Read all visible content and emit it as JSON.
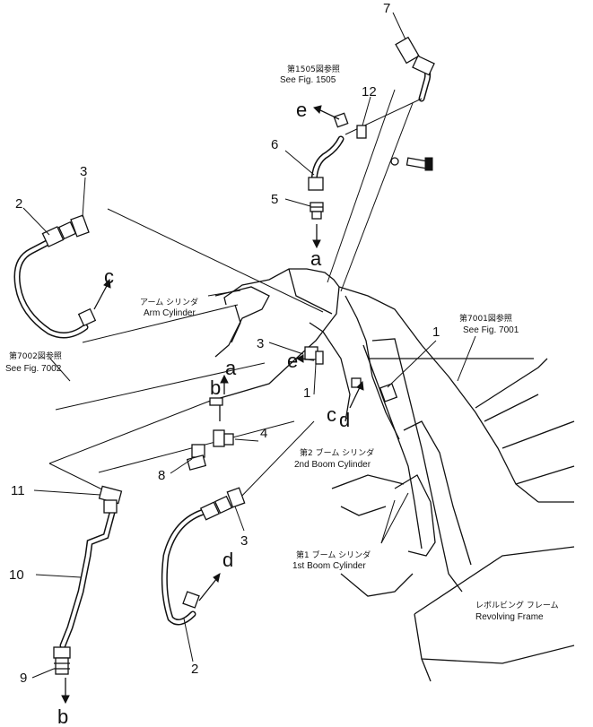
{
  "callouts": {
    "n1a": "1",
    "n1b": "1",
    "n2a": "2",
    "n2b": "2",
    "n3a": "3",
    "n3b": "3",
    "n3c": "3",
    "n4": "4",
    "n5": "5",
    "n6": "6",
    "n7": "7",
    "n8": "8",
    "n9": "9",
    "n10": "10",
    "n11": "11",
    "n12": "12"
  },
  "letters": {
    "a1": "a",
    "a2": "a",
    "b1": "b",
    "b2": "b",
    "c1": "c",
    "c2": "c",
    "d1": "d",
    "d2": "d",
    "e1": "e",
    "e2": "e"
  },
  "references": {
    "fig1505_jp": "第1505図参照",
    "fig1505_en": "See Fig. 1505",
    "fig7001_jp": "第7001図参照",
    "fig7001_en": "See Fig. 7001",
    "fig7002_jp": "第7002図参照",
    "fig7002_en": "See Fig. 7002"
  },
  "components": {
    "arm_cylinder_jp": "アーム シリンダ",
    "arm_cylinder_en": "Arm Cylinder",
    "boom2_jp": "第2 ブーム シリンダ",
    "boom2_en": "2nd Boom Cylinder",
    "boom1_jp": "第1 ブーム シリンダ",
    "boom1_en": "1st Boom Cylinder",
    "frame_jp": "レボルビング フレーム",
    "frame_en": "Revolving Frame"
  }
}
